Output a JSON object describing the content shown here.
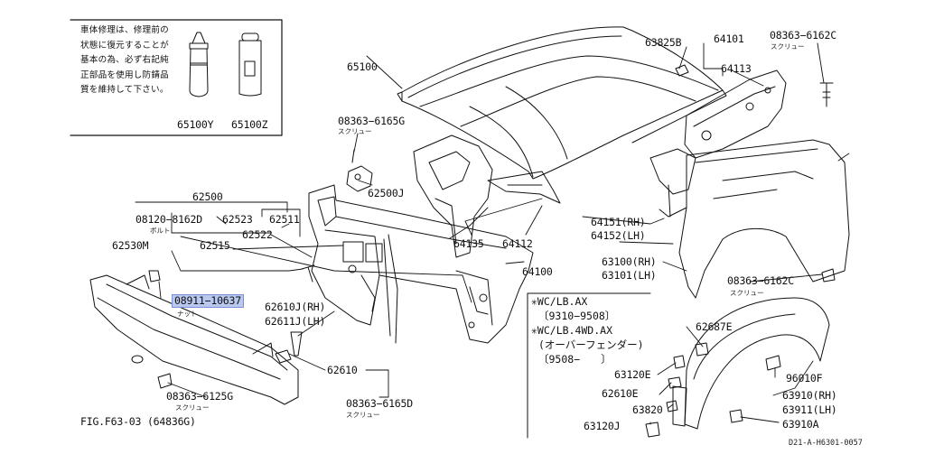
{
  "note": {
    "lines": [
      "車体修理は、修理前の",
      "状態に復元することが",
      "基本の為、必ず右記純",
      "正部品を使用し防錆品",
      "質を維持して下さい。"
    ]
  },
  "parts": {
    "p65100Y": "65100Y",
    "p65100Z": "65100Z",
    "p65100": "65100",
    "p63825B": "63825B",
    "p64101": "64101",
    "p08363_6162C_top": "08363−6162C",
    "p64113": "64113",
    "p08363_6165G": "08363−6165G",
    "p62500J": "62500J",
    "p62500": "62500",
    "p08120_8162D": "08120−8162D",
    "p62523": "62523",
    "p62511": "62511",
    "p62522": "62522",
    "p62530M": "62530M",
    "p62515": "62515",
    "p64135": "64135",
    "p64112": "64112",
    "p64100": "64100",
    "p64151": "64151(RH)",
    "p64152": "64152(LH)",
    "p63100": "63100(RH)",
    "p63101": "63101(LH)",
    "p08363_6162C_bot": "08363−6162C",
    "p08911_10637": "08911−10637",
    "p62610J": "62610J(RH)",
    "p62611J": "62611J(LH)",
    "p62610": "62610",
    "p08363_6125G": "08363−6125G",
    "p08363_6165D": "08363−6165D",
    "pFIG": "FIG.F63-03 (64836G)",
    "p62687E": "62687E",
    "p63120E": "63120E",
    "p62610E": "62610E",
    "p63820": "63820",
    "p63120J": "63120J",
    "p96010F": "96010F",
    "p63910": "63910(RH)",
    "p63911": "63911(LH)",
    "p63910A": "63910A"
  },
  "sublabels": {
    "screw1": "スクリュー",
    "screw2": "スクリュー",
    "screw3": "スクリュー",
    "screw4": "スクリュー",
    "screw5": "スクリュー",
    "bolt": "ボルト",
    "nut": "ナット"
  },
  "wc": {
    "line1": "✳WC/LB.AX",
    "line2": "〔9310−9508〕",
    "line3": "✳WC/LB.4WD.AX",
    "line4": "(オーバーフェンダー)",
    "line5": "〔9508−　　〕"
  },
  "footer": {
    "code": "D21-A-H6301-0057"
  },
  "colors": {
    "highlight": "#b9c8ef",
    "line": "#111111"
  }
}
